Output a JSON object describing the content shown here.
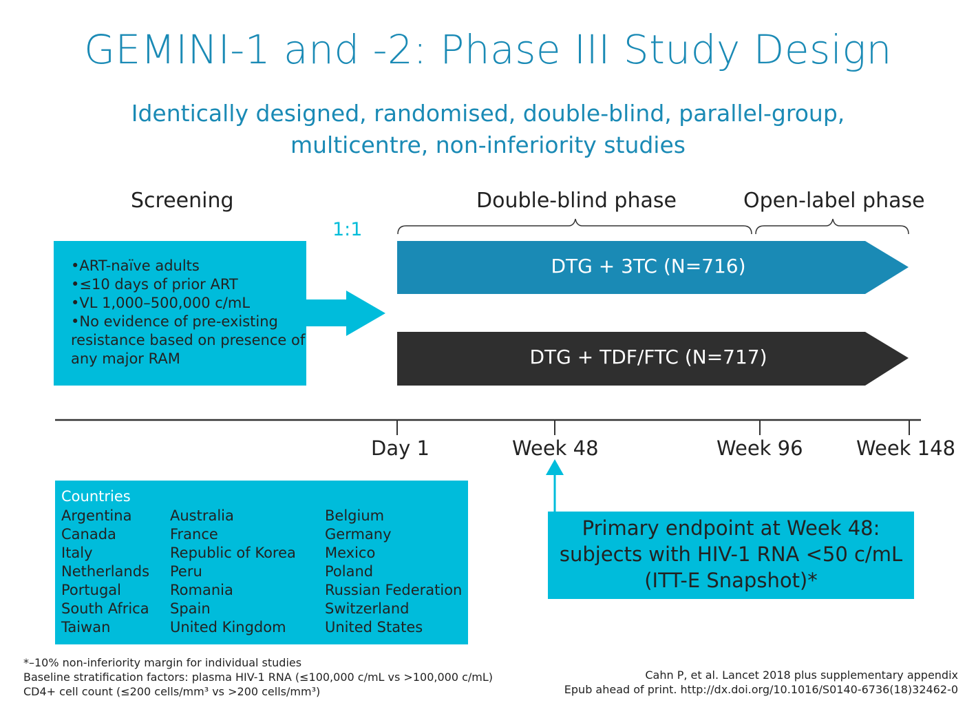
{
  "title": "GEMINI-1 and -2: Phase III Study Design",
  "subtitle_line1": "Identically designed, randomised, double-blind, parallel-group,",
  "subtitle_line2": "multicentre, non-inferiority studies",
  "phases": {
    "screening": "Screening",
    "double_blind": "Double-blind phase",
    "open_label": "Open-label phase"
  },
  "randomisation_ratio": "1:1",
  "criteria": [
    "•ART-naïve adults",
    "•≤10 days of prior ART",
    "•VL 1,000–500,000 c/mL",
    "•No evidence of pre-existing",
    "resistance based on presence of",
    "any major RAM"
  ],
  "arms": [
    {
      "label": "DTG + 3TC (N=716)",
      "color": "#1a8ab5"
    },
    {
      "label": "DTG + TDF/FTC (N=717)",
      "color": "#2f2f2f"
    }
  ],
  "timeline": {
    "day1": "Day 1",
    "week48": "Week 48",
    "week96": "Week 96",
    "week148": "Week 148"
  },
  "countries": {
    "header": "Countries",
    "col1": [
      "Argentina",
      "Canada",
      "Italy",
      "Netherlands",
      "Portugal",
      "South Africa",
      "Taiwan"
    ],
    "col2": [
      "Australia",
      "France",
      "Republic of Korea",
      "Peru",
      "Romania",
      "Spain",
      "United Kingdom"
    ],
    "col3": [
      "Belgium",
      "Germany",
      "Mexico",
      "Poland",
      "Russian Federation",
      "Switzerland",
      "United States"
    ]
  },
  "endpoint": [
    "Primary endpoint at Week 48:",
    "subjects with HIV-1 RNA <50 c/mL",
    "(ITT-E Snapshot)*"
  ],
  "footnotes_left": [
    "*–10% non-inferiority margin for individual studies",
    "Baseline stratification factors: plasma HIV-1 RNA (≤100,000 c/mL vs >100,000 c/mL)",
    "CD4+ cell count (≤200 cells/mm³ vs >200 cells/mm³)"
  ],
  "footnotes_right": [
    "Cahn P, et al. Lancet 2018 plus supplementary appendix",
    "Epub ahead of print. http://dx.doi.org/10.1016/S0140-6736(18)32462-0"
  ],
  "colors": {
    "title": "#1a8ab5",
    "cyan": "#00bcdb",
    "dark": "#2f2f2f"
  }
}
